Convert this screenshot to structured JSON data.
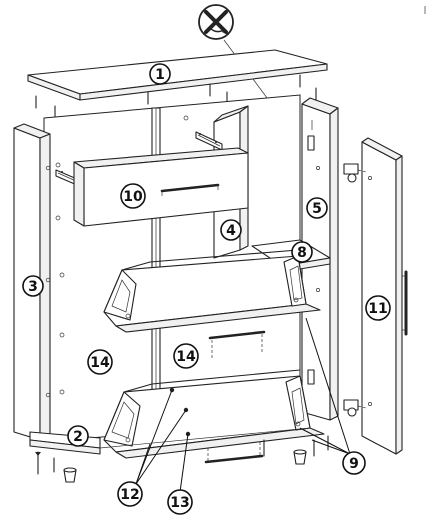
{
  "diagram": {
    "callouts": [
      {
        "id": "c1",
        "label": "1"
      },
      {
        "id": "c2",
        "label": "2"
      },
      {
        "id": "c3",
        "label": "3"
      },
      {
        "id": "c4",
        "label": "4"
      },
      {
        "id": "c5",
        "label": "5"
      },
      {
        "id": "c8",
        "label": "8"
      },
      {
        "id": "c9",
        "label": "9"
      },
      {
        "id": "c10",
        "label": "10"
      },
      {
        "id": "c11",
        "label": "11"
      },
      {
        "id": "c12",
        "label": "12"
      },
      {
        "id": "c13",
        "label": "13"
      },
      {
        "id": "c14a",
        "label": "14"
      },
      {
        "id": "c14b",
        "label": "14"
      }
    ],
    "icons": {
      "warning": "wall-anchor-warning-icon"
    }
  }
}
